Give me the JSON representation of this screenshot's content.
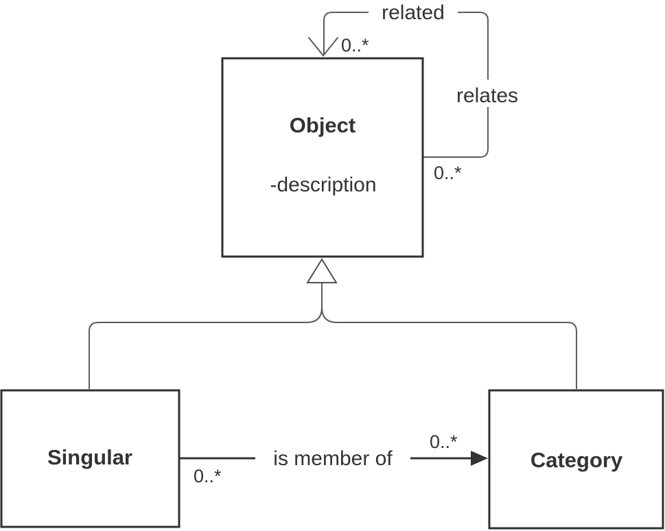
{
  "diagram_type": "uml-class-diagram",
  "canvas": {
    "background": "#ffffff"
  },
  "palette": {
    "box_border": "#2f2f2f",
    "box_fill": "#ffffff",
    "connector_stroke": "#5c5c5c",
    "association_stroke": "#333333",
    "text_color": "#333333"
  },
  "nodes": [
    {
      "id": "object",
      "name": "Object",
      "attribute": "-description"
    },
    {
      "id": "singular",
      "name": "Singular"
    },
    {
      "id": "category",
      "name": "Category"
    }
  ],
  "edges": {
    "self_association": {
      "type": "association Object-to-Object (open arrowhead)",
      "name_label": "related",
      "role_label": "relates",
      "head_multiplicity": "0..*",
      "tail_multiplicity": "0..*"
    },
    "generalization": {
      "type": "generalization to Object (hollow triangle)"
    },
    "membership": {
      "type": "directed association Singular-to-Category (filled arrowhead)",
      "label": "is member of",
      "source_multiplicity": "0..*",
      "target_multiplicity": "0..*"
    }
  }
}
